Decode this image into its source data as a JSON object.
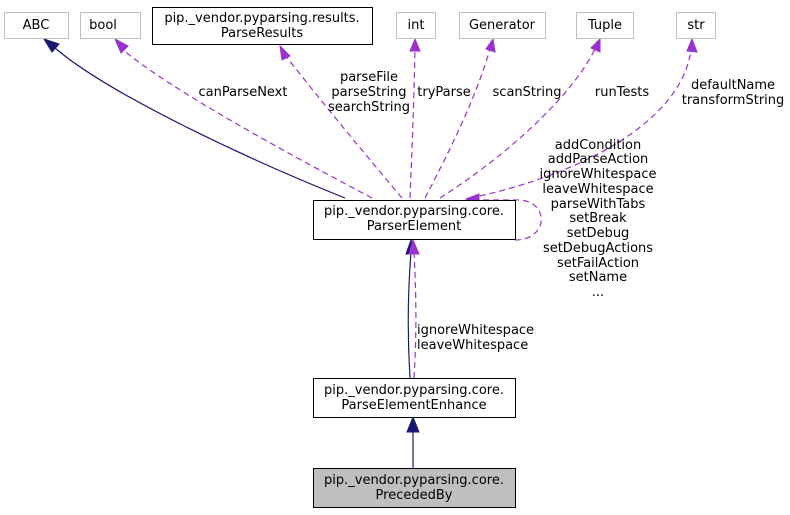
{
  "nodes": {
    "abc": "ABC",
    "bool": "bool",
    "parse_results": [
      "pip._vendor.pyparsing.results.",
      "ParseResults"
    ],
    "int": "int",
    "generator": "Generator",
    "tuple": "Tuple",
    "str": "str",
    "parser_element": [
      "pip._vendor.pyparsing.core.",
      "ParserElement"
    ],
    "parse_element_enhance": [
      "pip._vendor.pyparsing.core.",
      "ParseElementEnhance"
    ],
    "preceded_by": [
      "pip._vendor.pyparsing.core.",
      "PrecededBy"
    ]
  },
  "edge_labels": {
    "bool": [
      "canParseNext"
    ],
    "parse_results": [
      "parseFile",
      "parseString",
      "searchString"
    ],
    "int": [
      "tryParse"
    ],
    "generator": [
      "scanString"
    ],
    "tuple": [
      "runTests"
    ],
    "str": [
      "defaultName",
      "transformString"
    ],
    "self": [
      "addCondition",
      "addParseAction",
      "ignoreWhitespace",
      "leaveWhitespace",
      "parseWithTabs",
      "setBreak",
      "setDebug",
      "setDebugActions",
      "setFailAction",
      "setName",
      "..."
    ],
    "enhance": [
      "ignoreWhitespace",
      "leaveWhitespace"
    ]
  },
  "colors": {
    "inheritance_edge": "#191970",
    "usage_edge": "#9a32cd",
    "focus_node_fill": "#bfbfbf",
    "external_node_border": "#bfbfbf"
  }
}
